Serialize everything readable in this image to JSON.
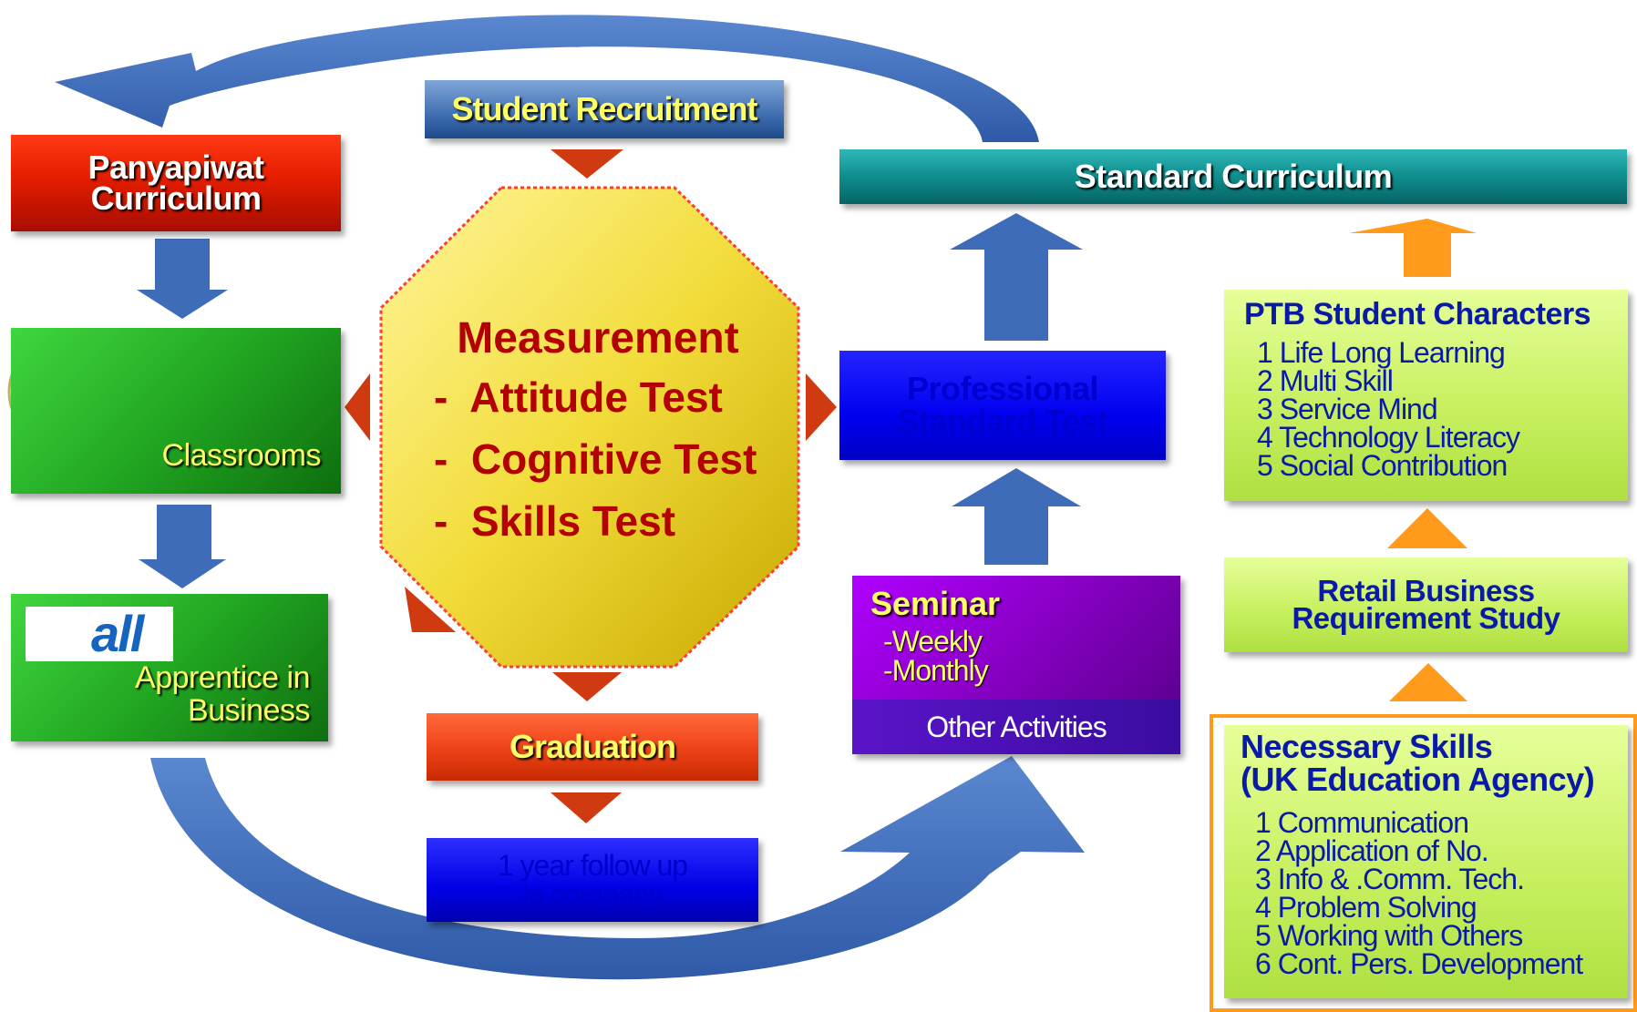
{
  "colors": {
    "arrow_blue": "#3f6cb8",
    "arrow_orange": "#ff9a1a",
    "arrow_red": "#d03a10",
    "octagon_fill": "#f4e04a",
    "octagon_border": "#ff3b3b",
    "title_yellow": "#ffff66",
    "list_blue": "#0a1aa8"
  },
  "panyapiwat": {
    "label": "Panyapiwat\nCurriculum"
  },
  "classrooms": {
    "label": "Classrooms"
  },
  "apprentice": {
    "label": "Apprentice in\nBusiness",
    "logo_text": "all"
  },
  "recruitment": {
    "label": "Student Recruitment"
  },
  "measurement": {
    "title": "Measurement",
    "items": [
      "-  Attitude Test",
      "-  Cognitive Test",
      "-  Skills Test"
    ]
  },
  "graduation": {
    "label": "Graduation"
  },
  "followup": {
    "label": "1 year follow up\nin company"
  },
  "standard": {
    "label": "Standard Curriculum"
  },
  "professional": {
    "label": "Professional\nStandard Test"
  },
  "seminar": {
    "title": "Seminar",
    "items": "-Weekly\n-Monthly",
    "other": "Other Activities"
  },
  "ptb": {
    "title": "PTB Student Characters",
    "items": [
      "1 Life Long Learning",
      "2 Multi Skill",
      "3 Service Mind",
      "4 Technology Literacy",
      "5 Social Contribution"
    ]
  },
  "retail": {
    "label": "Retail  Business\nRequirement  Study"
  },
  "necessary": {
    "title": "Necessary Skills\n(UK Education Agency)",
    "items": [
      "1 Communication",
      "2 Application of No.",
      "3 Info & .Comm. Tech.",
      "4 Problem Solving",
      "5 Working with Others",
      "6 Cont. Pers. Development"
    ]
  }
}
